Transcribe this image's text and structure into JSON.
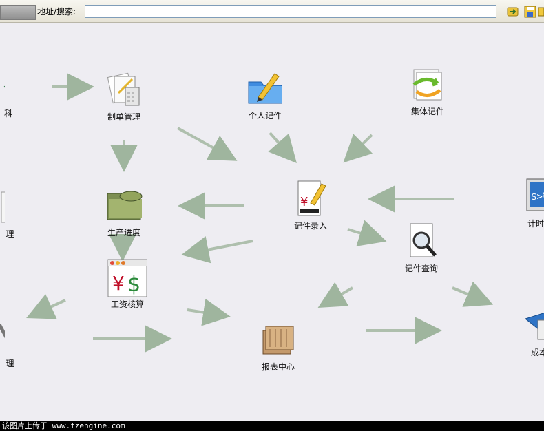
{
  "toolbar": {
    "address_label": "地址/搜索:",
    "address_value": ""
  },
  "nodes": {
    "material": "科",
    "order": "制单管理",
    "personal": "个人记件",
    "group": "集体记件",
    "left_mid": "理",
    "progress": "生产进度",
    "entry": "记件录入",
    "timing": "计时记件",
    "query": "记件查询",
    "wage": "工资核算",
    "left_bottom": "理",
    "report": "报表中心",
    "cost": "成本管理"
  },
  "status": {
    "text": "该图片上传于 www.fzengine.com"
  }
}
